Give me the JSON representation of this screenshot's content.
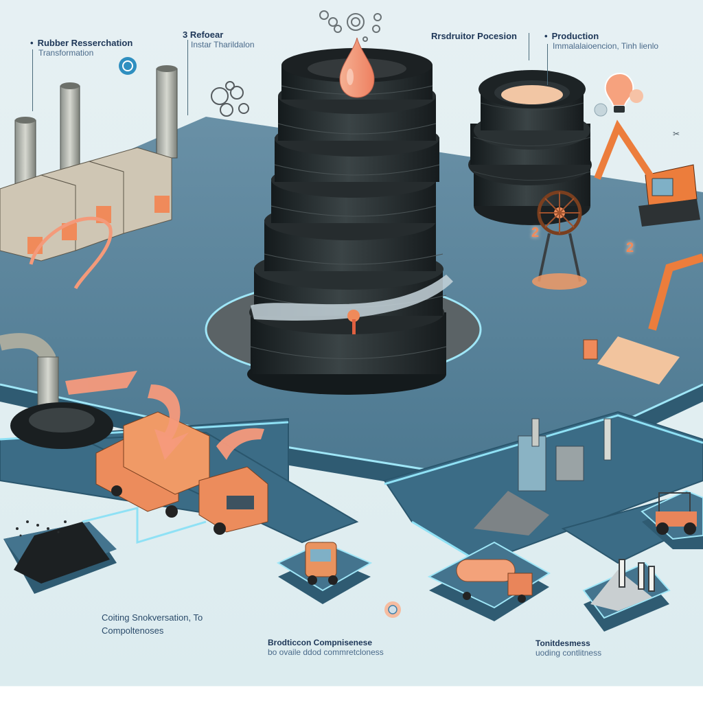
{
  "title": "Tire Recycling Process Infographic",
  "labels": {
    "top_left": {
      "title": "Rubber Resserchation",
      "subtitle": "Transformation"
    },
    "top_center_left": {
      "title": "3 Refoear",
      "subtitle": "Instar Tharildalon"
    },
    "top_center_right": {
      "title": "Rrsdruitor Pocesion"
    },
    "top_right": {
      "title": "Production",
      "subtitle": "Immalalaioencion, Tinh lienlo"
    },
    "bottom_left": {
      "title": "Coiting Snokversation, To",
      "subtitle": "Compoltenoses"
    },
    "bottom_center": {
      "title": "Brodticcon Compnisenese",
      "subtitle": "bo ovaile  ddod commretcloness"
    },
    "bottom_right": {
      "title": "Tonitdesmess",
      "subtitle": "uoding contlitness"
    }
  },
  "badges": {
    "step_2a": "2",
    "step_2b": "2"
  },
  "icons": [
    "gear-cluster-icon",
    "droplet-icon",
    "lightbulb-icon",
    "recycle-badge-icon",
    "gear-badge-icon",
    "scissors-icon"
  ],
  "colors": {
    "background": "#e3eff2",
    "platform": "#3f6f8a",
    "platform_top": "#5a87a0",
    "glow_edge": "#8fe1f5",
    "tire": "#23292b",
    "accent_orange": "#f08a5a",
    "accent_peach": "#f7a88a",
    "label_text": "#1d3657"
  }
}
